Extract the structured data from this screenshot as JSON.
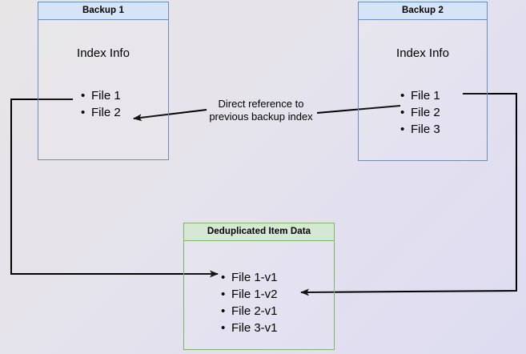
{
  "diagram": {
    "title_note": "Direct reference to previous backup index",
    "backup1": {
      "header": "Backup 1",
      "index_label": "Index Info",
      "items": [
        "File 1",
        "File 2"
      ]
    },
    "backup2": {
      "header": "Backup 2",
      "index_label": "Index Info",
      "items": [
        "File 1",
        "File 2",
        "File 3"
      ]
    },
    "dedup": {
      "header": "Deduplicated Item Data",
      "items": [
        "File 1-v1",
        "File 1-v2",
        "File 2-v1",
        "File 3-v1"
      ]
    },
    "note_line1": "Direct reference to",
    "note_line2": "previous backup index",
    "colors": {
      "blue_border": "#6c8ebf",
      "blue_header": "#d5e4f7",
      "green_border": "#82b366",
      "green_header": "#d5e8d4",
      "arrow": "#000000",
      "background_start": "#e8e5e7",
      "background_end": "#dedcf0"
    }
  }
}
